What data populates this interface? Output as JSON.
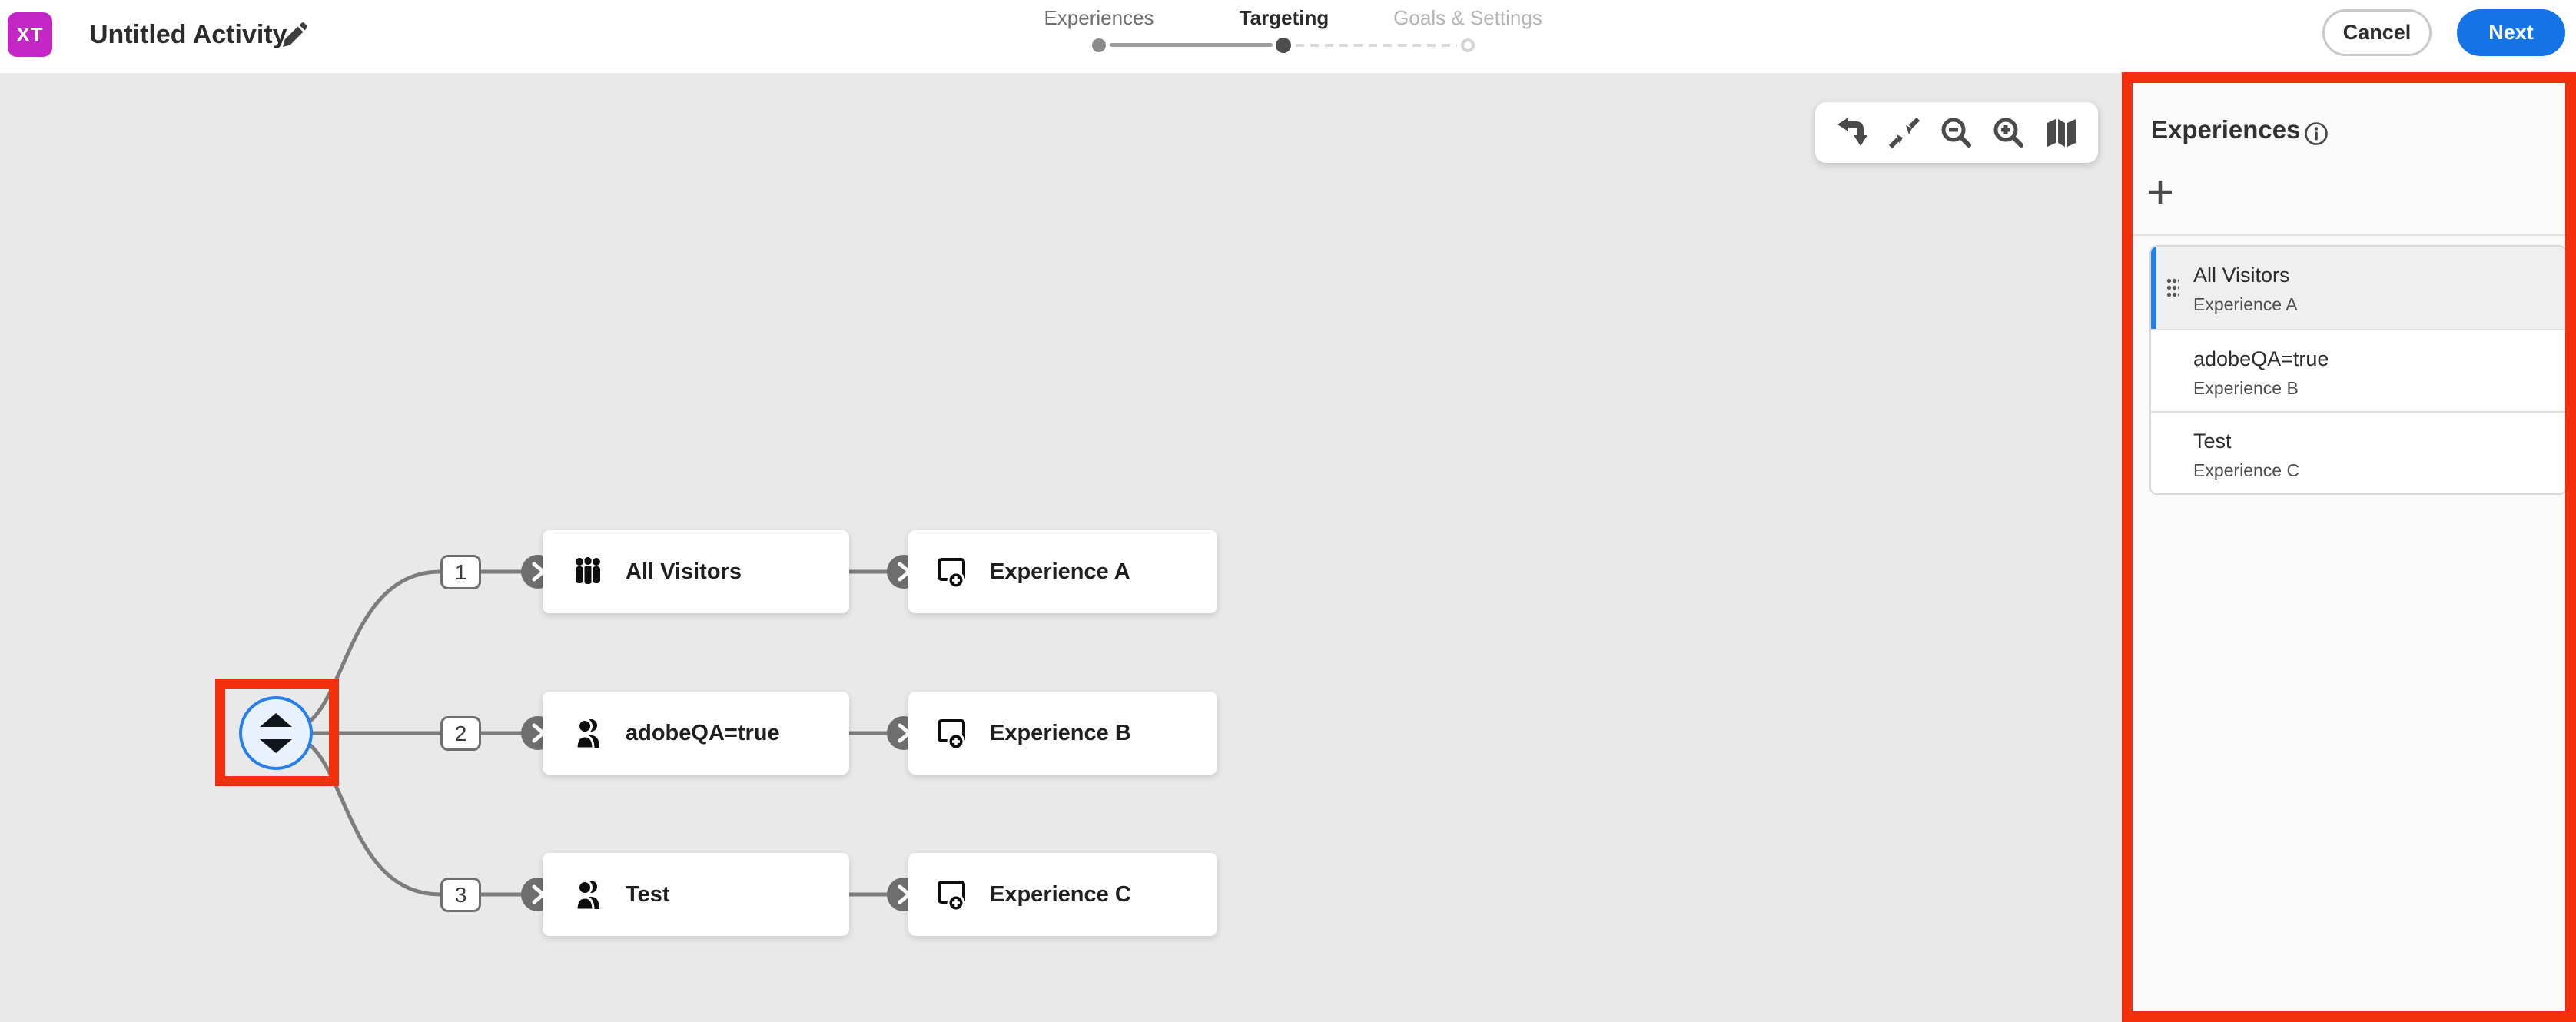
{
  "header": {
    "badge": "XT",
    "title": "Untitled Activity",
    "edit_icon": "pencil-icon",
    "steps": [
      {
        "label": "Experiences",
        "state": "completed"
      },
      {
        "label": "Targeting",
        "state": "current"
      },
      {
        "label": "Goals & Settings",
        "state": "upcoming"
      }
    ],
    "cancel_label": "Cancel",
    "next_label": "Next"
  },
  "canvas_toolbar": {
    "icons": [
      "undo-arrow-icon",
      "collapse-icon",
      "zoom-out-icon",
      "zoom-in-icon",
      "map-icon"
    ]
  },
  "diagram": {
    "root_icon": "split-icon",
    "branches": [
      {
        "number": "1",
        "audience": "All Visitors",
        "audience_icon": "people-group-icon",
        "experience": "Experience A",
        "experience_icon": "add-experience-icon"
      },
      {
        "number": "2",
        "audience": "adobeQA=true",
        "audience_icon": "people-icon",
        "experience": "Experience B",
        "experience_icon": "add-experience-icon"
      },
      {
        "number": "3",
        "audience": "Test",
        "audience_icon": "people-icon",
        "experience": "Experience C",
        "experience_icon": "add-experience-icon"
      }
    ]
  },
  "panel": {
    "title": "Experiences",
    "info_icon": "info-icon",
    "add_icon": "plus-icon",
    "items": [
      {
        "name": "All Visitors",
        "experience": "Experience A",
        "selected": true
      },
      {
        "name": "adobeQA=true",
        "experience": "Experience B",
        "selected": false
      },
      {
        "name": "Test",
        "experience": "Experience C",
        "selected": false
      }
    ]
  },
  "colors": {
    "accent_blue": "#1473e6",
    "node_blue": "#2680eb",
    "badge_magenta": "#c326c4",
    "annotation_red": "#f42f0d",
    "canvas_gray": "#e9e9e9",
    "panel_gray": "#fafafa"
  }
}
